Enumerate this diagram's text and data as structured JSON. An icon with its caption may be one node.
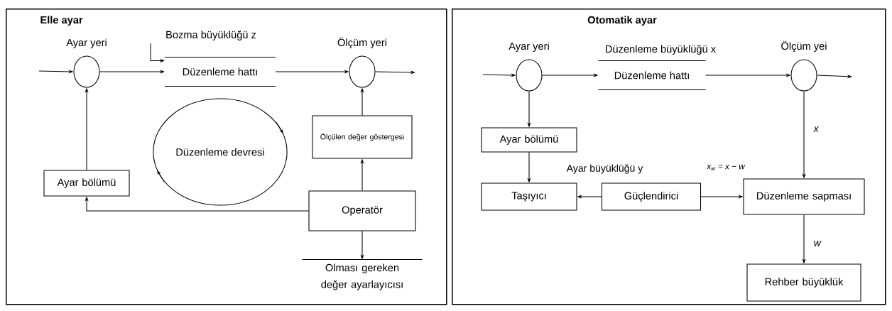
{
  "diagram": {
    "nodes": [
      {
        "text": [
          "Elle ayar"
        ]
      },
      {
        "text": [
          "Ayar yeri"
        ],
        "in": 0
      },
      {
        "text": [
          "Düzenleme hattı"
        ],
        "in": 0
      },
      {
        "text": [
          "Ölçüm yeri"
        ],
        "in": 0
      },
      {
        "text": [
          "Ölçülen değer göstergesi"
        ],
        "in": 0
      },
      {
        "text": [
          "Ayar bölümü"
        ],
        "in": 0
      },
      {
        "text": [
          "Düzenleme devresi"
        ],
        "in": 0
      },
      {
        "text": [
          "Operatör"
        ],
        "in": 0
      },
      {
        "text": [
          "Olması gereken değer ayarlayıcısı"
        ],
        "in": 0
      },
      {
        "text": [
          "Bozma büyüklüğü z"
        ],
        "in": 0
      },
      {
        "text": [
          "Otomatik ayar"
        ]
      },
      {
        "text": [
          "Ayar yeri"
        ],
        "in": 10
      },
      {
        "text": [
          "Düzenleme büyüklüğü x",
          "Düzenleme hattı"
        ],
        "in": 10
      },
      {
        "text": [
          "Ölçüm yei"
        ],
        "in": 10
      },
      {
        "text": [
          "Ayar bölümü"
        ],
        "in": 10
      },
      {
        "text": [
          "Taşıyıcı"
        ],
        "in": 10
      },
      {
        "text": [
          "Güçlendirici"
        ],
        "in": 10
      },
      {
        "text": [
          "Düzenleme sapması"
        ],
        "in": 10
      },
      {
        "text": [
          "Rehber büyüklük"
        ],
        "in": 10
      }
    ],
    "edges": [
      {
        "from": null,
        "to": 1,
        "arrow": "to"
      },
      {
        "from": 1,
        "to": 2,
        "arrow": "to"
      },
      {
        "from": 2,
        "to": 3,
        "arrow": "to"
      },
      {
        "from": 3,
        "to": null,
        "arrow": "to"
      },
      {
        "from": 9,
        "to": 2,
        "arrow": "to"
      },
      {
        "from": 5,
        "to": 1,
        "arrow": "to"
      },
      {
        "from": 7,
        "to": 5,
        "arrow": "to"
      },
      {
        "from": 7,
        "to": 4,
        "arrow": "to"
      },
      {
        "from": 4,
        "to": 3,
        "arrow": "to"
      },
      {
        "from": 7,
        "to": 8,
        "arrow": "to"
      },
      {
        "from": null,
        "to": 11,
        "arrow": "to"
      },
      {
        "from": 11,
        "to": 12,
        "arrow": "to"
      },
      {
        "from": 12,
        "to": 13,
        "arrow": "to"
      },
      {
        "from": 13,
        "to": null,
        "arrow": "to"
      },
      {
        "from": 11,
        "to": 14,
        "arrow": "to"
      },
      {
        "from": 14,
        "to": 15,
        "arrow": "to",
        "label": "Ayar büyüklüğü y"
      },
      {
        "from": 16,
        "to": 15,
        "arrow": "to"
      },
      {
        "from": 16,
        "to": 17,
        "arrow": "to"
      },
      {
        "from": 13,
        "to": 17,
        "arrow": "to",
        "label": "x"
      },
      {
        "from": 17,
        "to": 18,
        "arrow": "to",
        "label": "w"
      }
    ],
    "labels": [
      "x$_{w}$ = x − w"
    ]
  }
}
